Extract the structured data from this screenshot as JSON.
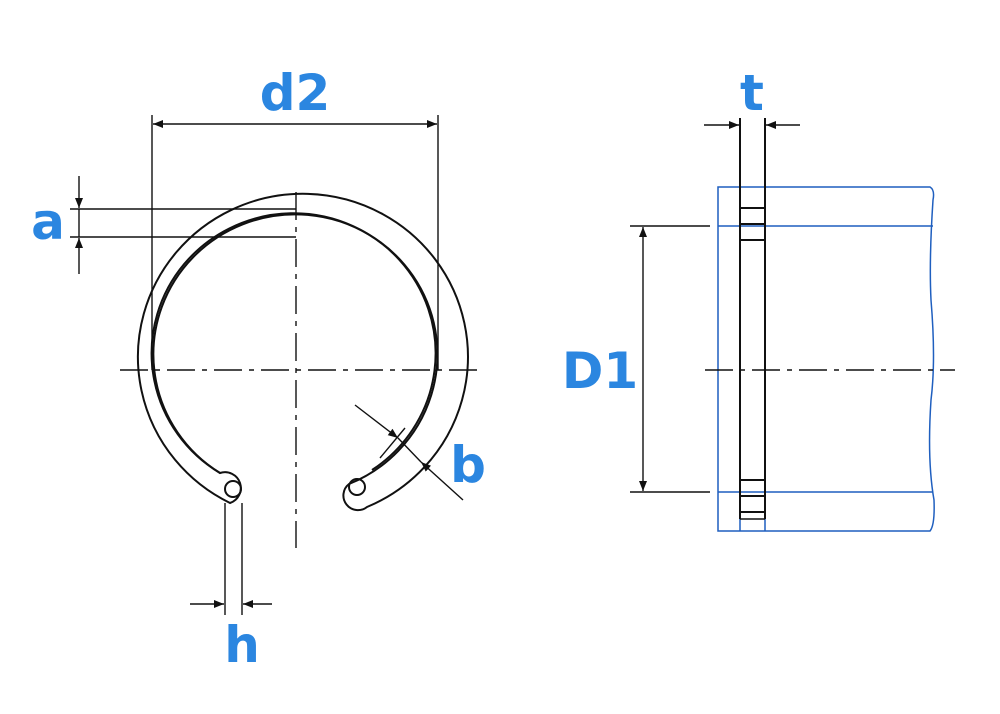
{
  "labels": {
    "d2": "d2",
    "a": "a",
    "b": "b",
    "h": "h",
    "t": "t",
    "D1": "D1"
  },
  "colors": {
    "label": "#2b86e0",
    "line": "#111111",
    "housing": "#1f5fbf"
  }
}
